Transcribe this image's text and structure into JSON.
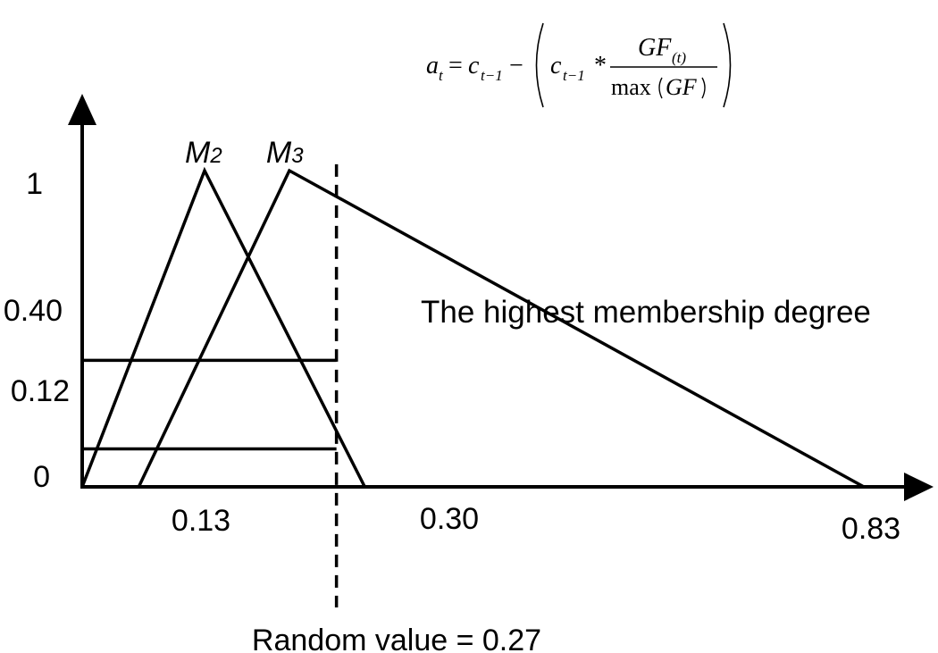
{
  "formula": {
    "lhs": "a",
    "lhs_sub": "t",
    "eq": "=",
    "c1": "c",
    "c1_sub": "t−1",
    "minus": "−",
    "c2": "c",
    "c2_sub": "t−1",
    "times": "*",
    "num": "GF",
    "num_sub": "(t)",
    "den_fn": "max",
    "den_arg": "GF"
  },
  "membership": {
    "m2": {
      "name": "M",
      "sub": "2",
      "a": 0,
      "b": 0.13,
      "c": 0.3
    },
    "m3": {
      "name": "M",
      "sub": "3",
      "a": 0.06,
      "b": 0.22,
      "c": 0.83
    }
  },
  "random_value": 0.27,
  "levels": [
    0.4,
    0.12
  ],
  "y_ticks": [
    "1",
    "0.40",
    "0.12",
    "0"
  ],
  "x_ticks": [
    "0.13",
    "0.30",
    "0.83"
  ],
  "annotation": "The highest membership degree",
  "caption": "Random value = 0.27"
}
